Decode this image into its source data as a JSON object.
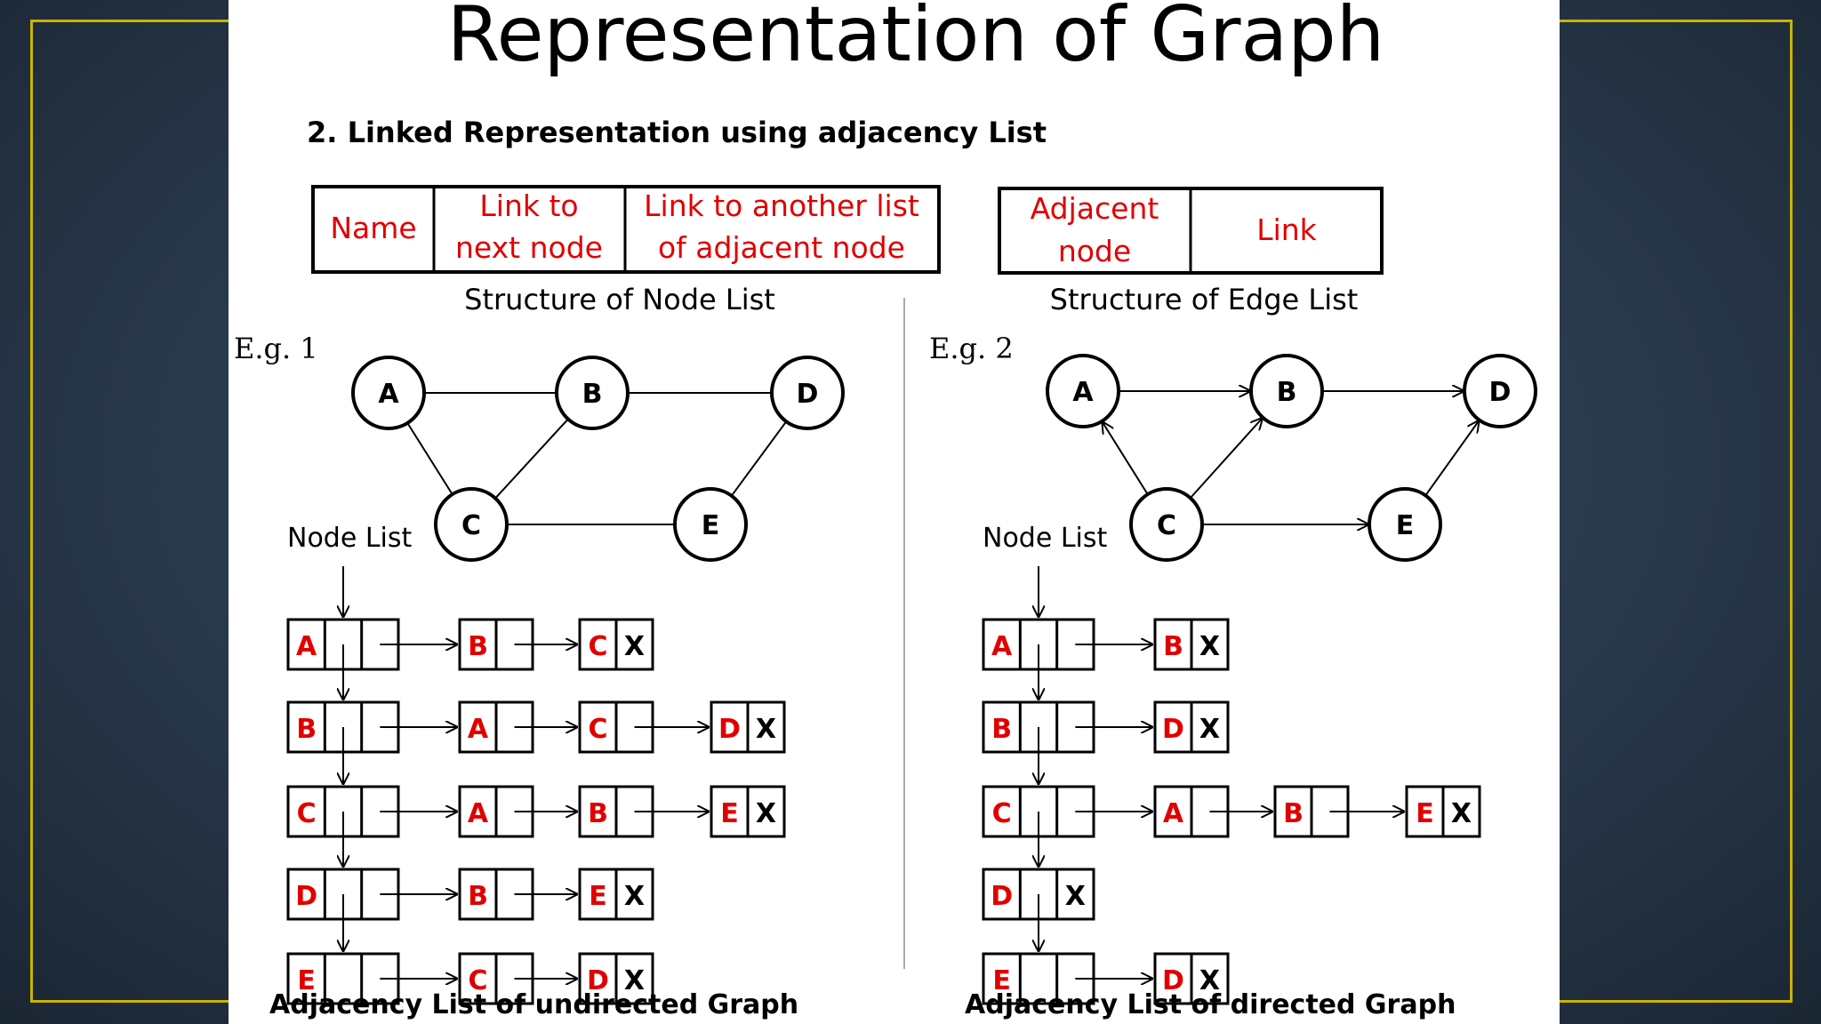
{
  "title": "Representation of Graph",
  "subtitle": "2. Linked Representation using adjacency List",
  "node_structure": {
    "fields": [
      [
        "Name"
      ],
      [
        "Link to",
        "next node"
      ],
      [
        "Link to another list",
        "of adjacent node"
      ]
    ],
    "caption": "Structure of Node List"
  },
  "edge_structure": {
    "fields": [
      [
        "Adjacent",
        "node"
      ],
      [
        "Link"
      ]
    ],
    "caption": "Structure of Edge List"
  },
  "example1": {
    "label": "E.g. 1",
    "directed": false,
    "node_list_label": "Node List",
    "nodes": [
      "A",
      "B",
      "C",
      "D",
      "E"
    ],
    "edges": [
      [
        "A",
        "B"
      ],
      [
        "B",
        "D"
      ],
      [
        "A",
        "C"
      ],
      [
        "B",
        "C"
      ],
      [
        "C",
        "E"
      ],
      [
        "E",
        "D"
      ]
    ],
    "adjacency": [
      {
        "node": "A",
        "adj": [
          "B",
          "C"
        ]
      },
      {
        "node": "B",
        "adj": [
          "A",
          "C",
          "D"
        ]
      },
      {
        "node": "C",
        "adj": [
          "A",
          "B",
          "E"
        ]
      },
      {
        "node": "D",
        "adj": [
          "B",
          "E"
        ]
      },
      {
        "node": "E",
        "adj": [
          "C",
          "D"
        ]
      }
    ],
    "footer": "Adjacency List of undirected Graph"
  },
  "example2": {
    "label": "E.g. 2",
    "directed": true,
    "node_list_label": "Node List",
    "nodes": [
      "A",
      "B",
      "C",
      "D",
      "E"
    ],
    "edges": [
      [
        "A",
        "B"
      ],
      [
        "B",
        "D"
      ],
      [
        "C",
        "A"
      ],
      [
        "C",
        "B"
      ],
      [
        "C",
        "E"
      ],
      [
        "E",
        "D"
      ]
    ],
    "adjacency": [
      {
        "node": "A",
        "adj": [
          "B"
        ]
      },
      {
        "node": "B",
        "adj": [
          "D"
        ]
      },
      {
        "node": "C",
        "adj": [
          "A",
          "B",
          "E"
        ]
      },
      {
        "node": "D",
        "adj": []
      },
      {
        "node": "E",
        "adj": [
          "D"
        ]
      }
    ],
    "footer": "Adjacency List of directed Graph"
  },
  "null_marker": "X",
  "colors": {
    "field_text": "#e00000",
    "frame": "#c8b400",
    "background": "#2a3a4d"
  }
}
